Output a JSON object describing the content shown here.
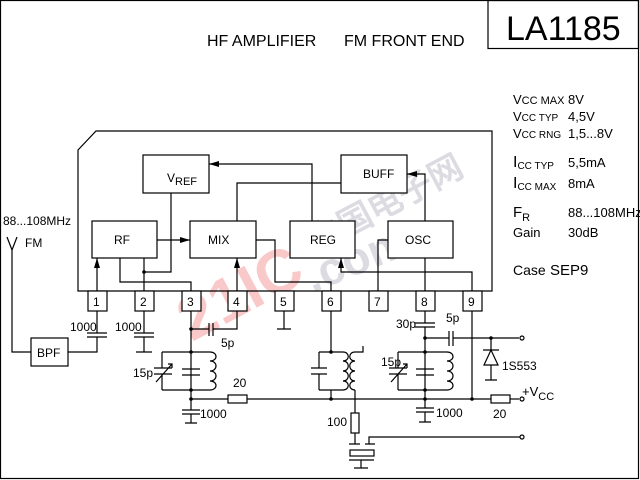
{
  "title": {
    "left": "HF AMPLIFIER",
    "right": "FM FRONT END"
  },
  "part_number": "LA1185",
  "specs": [
    {
      "main": "V",
      "sub": "CC MAX",
      "value": "8V"
    },
    {
      "main": "V",
      "sub": "CC TYP",
      "value": "4,5V"
    },
    {
      "main": "V",
      "sub": "CC RNG",
      "value": "1,5...8V"
    },
    {
      "main": "I",
      "sub": "CC TYP",
      "value": "5,5mA"
    },
    {
      "main": "I",
      "sub": "CC MAX",
      "value": "8mA"
    },
    {
      "main": "F",
      "sub": "R",
      "value": "88...108MHz"
    },
    {
      "main": "Gain",
      "sub": "",
      "value": "30dB"
    }
  ],
  "case": {
    "label": "Case",
    "value": "SEP9"
  },
  "blocks": {
    "vref_main": "V",
    "vref_sub": "REF",
    "rf": "RF",
    "mix": "MIX",
    "reg": "REG",
    "buff": "BUFF",
    "osc": "OSC",
    "bpf": "BPF"
  },
  "pins": [
    "1",
    "2",
    "3",
    "4",
    "5",
    "6",
    "7",
    "8",
    "9"
  ],
  "antenna": {
    "band": "88...108MHz",
    "label": "FM"
  },
  "components": {
    "c_pin1": "1000",
    "c_pin2": "1000",
    "c_pin3_4": "5p",
    "vc_left": "15p",
    "c_left_bypass": "1000",
    "r_left": "20",
    "r_pin6": "100",
    "c_pin8": "30p",
    "c_pin8_out": "5p",
    "vc_right": "15p",
    "c_right_bypass": "1000",
    "diode": "1S553",
    "r_right": "20"
  },
  "supply": {
    "main": "+V",
    "sub": "CC"
  },
  "watermark": {
    "brand": "21IC",
    "cn": "中国电子网",
    "domain": ".com"
  }
}
